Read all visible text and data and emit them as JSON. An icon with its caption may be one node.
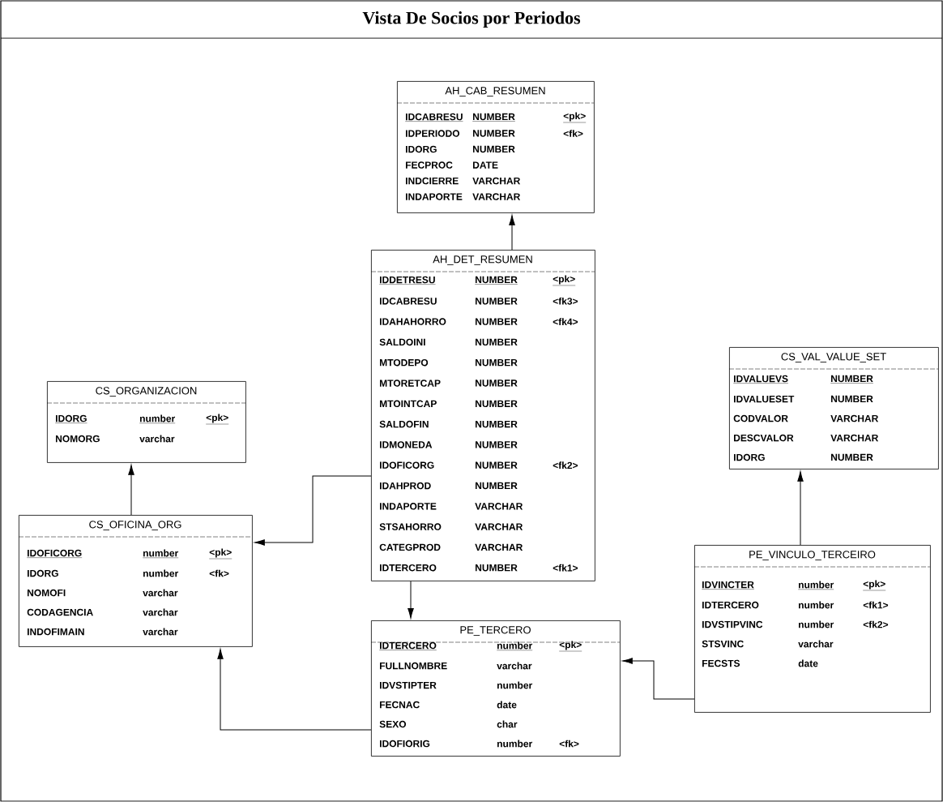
{
  "diagram": {
    "title": "Vista De Socios por Periodos",
    "nodes": [
      {
        "text": [
          "AH_CAB_RESUMEN",
          "IDCABRESU",
          "NUMBER",
          "<pk>",
          "IDPERIODO",
          "NUMBER",
          "<fk>",
          "IDORG",
          "NUMBER",
          "FECPROC",
          "DATE",
          "INDCIERRE",
          "VARCHAR",
          "INDAPORTE",
          "VARCHAR"
        ]
      },
      {
        "text": [
          "AH_DET_RESUMEN",
          "IDDETRESU",
          "NUMBER",
          "<pk>",
          "IDCABRESU",
          "NUMBER",
          "<fk3>",
          "IDAHAHORRO",
          "NUMBER",
          "<fk4>",
          "SALDOINI",
          "NUMBER",
          "MTODEPO",
          "NUMBER",
          "MTORETCAP",
          "NUMBER",
          "MTOINTCAP",
          "NUMBER",
          "SALDOFIN",
          "NUMBER",
          "IDMONEDA",
          "NUMBER",
          "IDOFICORG",
          "NUMBER",
          "<fk2>",
          "IDAHPROD",
          "NUMBER",
          "INDAPORTE",
          "VARCHAR",
          "STSAHORRO",
          "VARCHAR",
          "CATEGPROD",
          "VARCHAR",
          "IDTERCERO",
          "NUMBER",
          "<fk1>"
        ]
      },
      {
        "text": [
          "CS_ORGANIZACION",
          "IDORG",
          "number",
          "<pk>",
          "NOMORG",
          "varchar"
        ]
      },
      {
        "text": [
          "CS_VAL_VALUE_SET",
          "IDVALUEVS",
          "NUMBER",
          "IDVALUESET",
          "NUMBER",
          "CODVALOR",
          "VARCHAR",
          "DESCVALOR",
          "VARCHAR",
          "IDORG",
          "NUMBER"
        ]
      },
      {
        "text": [
          "CS_OFICINA_ORG",
          "IDOFICORG",
          "number",
          "<pk>",
          "IDORG",
          "number",
          "<fk>",
          "NOMOFI",
          "varchar",
          "CODAGENCIA",
          "varchar",
          "INDOFIMAIN",
          "varchar"
        ]
      },
      {
        "text": [
          "PE_TERCERO",
          "IDTERCERO",
          "number",
          "<pk>",
          "FULLNOMBRE",
          "varchar",
          "IDVSTIPTER",
          "number",
          "FECNAC",
          "date",
          "SEXO",
          "char",
          "IDOFIORIG",
          "number",
          "<fk>"
        ]
      },
      {
        "text": [
          "PE_VINCULO_TERCEIRO",
          "IDVINCTER",
          "number",
          "<pk>",
          "IDTERCERO",
          "number",
          "<fk1>",
          "IDVSTIPVINC",
          "number",
          "<fk2>",
          "STSVINC",
          "varchar",
          "FECSTS",
          "date"
        ]
      }
    ],
    "edges": [
      {
        "from": 1,
        "to": 0,
        "arrow": "to"
      },
      {
        "from": 1,
        "to": 4,
        "arrow": "to"
      },
      {
        "from": 1,
        "to": 5,
        "arrow": "to"
      },
      {
        "from": 4,
        "to": 2,
        "arrow": "to"
      },
      {
        "from": 5,
        "to": 4,
        "arrow": "to"
      },
      {
        "from": 6,
        "to": 5,
        "arrow": "to"
      },
      {
        "from": 6,
        "to": 3,
        "arrow": "to"
      }
    ]
  }
}
